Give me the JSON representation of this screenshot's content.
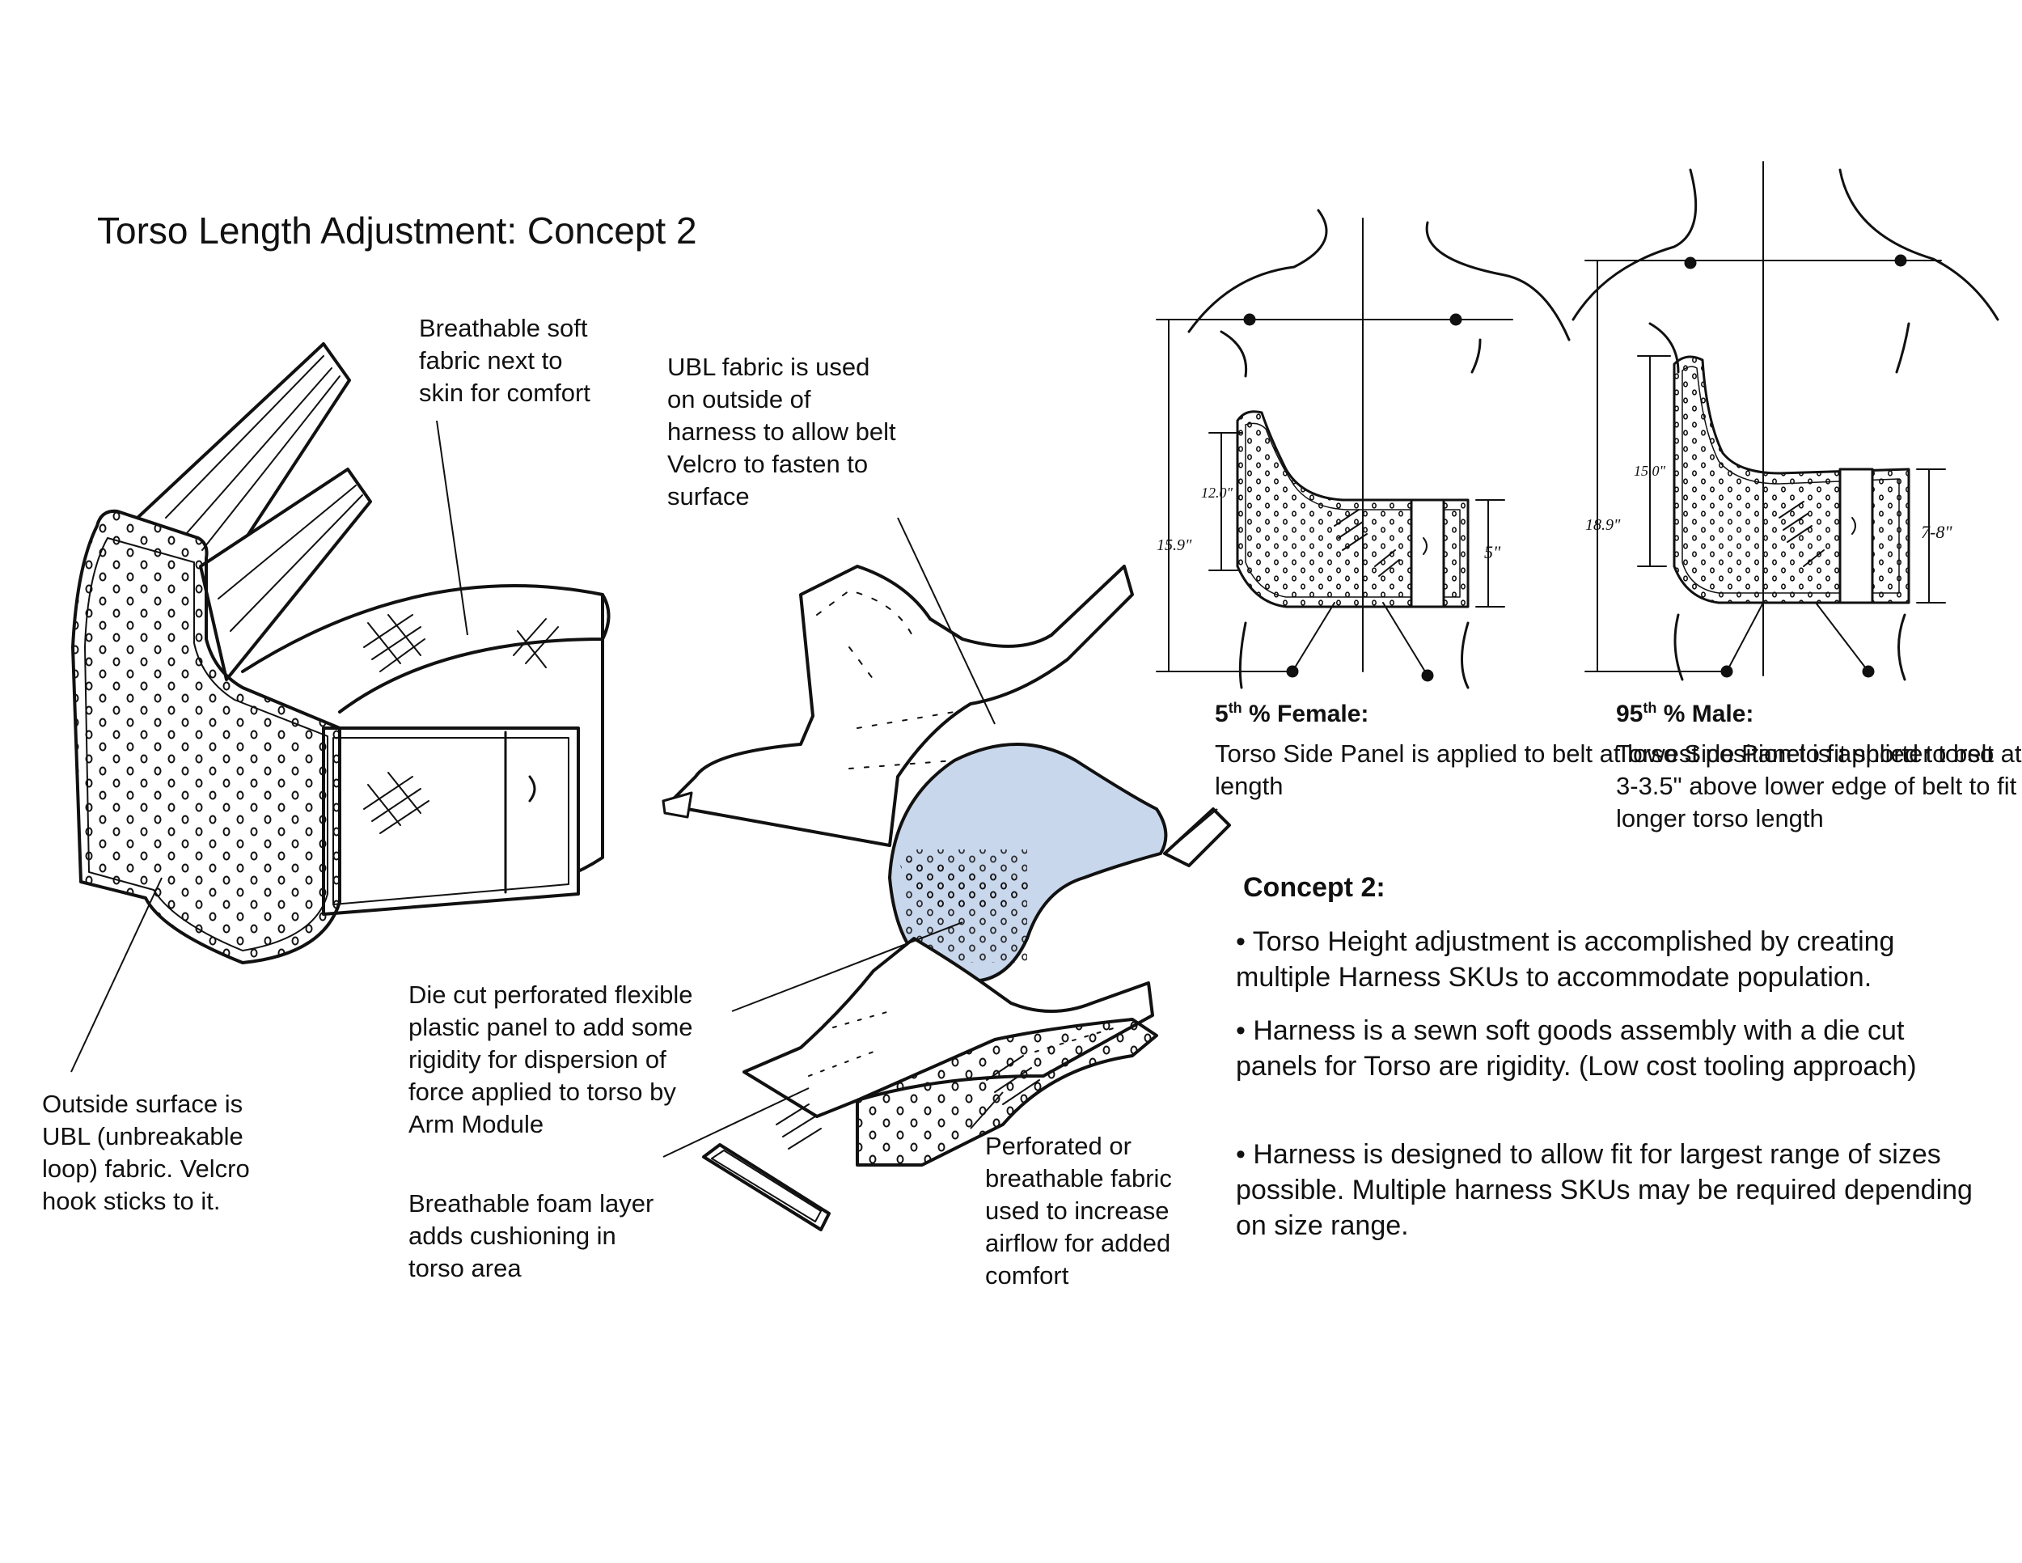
{
  "title": "Torso Length Adjustment: Concept 2",
  "callouts": {
    "breathable_soft": "Breathable soft\nfabric next to\nskin for comfort",
    "ubl_fabric": "UBL fabric is used\non outside of\nharness to allow belt\nVelcro to fasten to\nsurface",
    "outside_surface": "Outside surface is\nUBL (unbreakable\nloop) fabric. Velcro\nhook sticks to it.",
    "die_cut_panel": "Die cut perforated flexible\nplastic panel to add some\nrigidity for dispersion of\nforce applied to torso by\nArm Module",
    "foam_layer": "Breathable foam layer\nadds cushioning in\ntorso area",
    "perforated_fabric": "Perforated or\nbreathable fabric\nused to increase\nairflow for added\ncomfort"
  },
  "female": {
    "heading_num": "5",
    "heading_sup": "th",
    "heading_rest": " % Female:",
    "caption": "Torso Side Panel is applied\nto belt at lowest position to fit\nshorter torso length",
    "dims": [
      "15.9\"",
      "12.0\"",
      "5\""
    ]
  },
  "male": {
    "heading_num": "95",
    "heading_sup": "th",
    "heading_rest": " % Male:",
    "caption": "Torso Side Panel is applied to\nbelt at 3-3.5\" above lower edge\nof belt to fit longer  torso length",
    "dims": [
      "18.9\"",
      "15.0\"",
      "7-8\""
    ]
  },
  "concept": {
    "heading": "Concept 2:",
    "bullets": [
      "•  Torso Height adjustment is accomplished by creating\nmultiple Harness SKUs to accommodate population.",
      "•  Harness is a sewn soft goods assembly with a die\ncut panels for Torso are rigidity. (Low cost tooling\napproach)",
      "•  Harness is designed to allow fit for largest range of\nsizes possible. Multiple harness SKUs may be required\ndepending on size range."
    ]
  },
  "colors": {
    "panel_fill": "#c9d7ec",
    "ink": "#111111"
  }
}
